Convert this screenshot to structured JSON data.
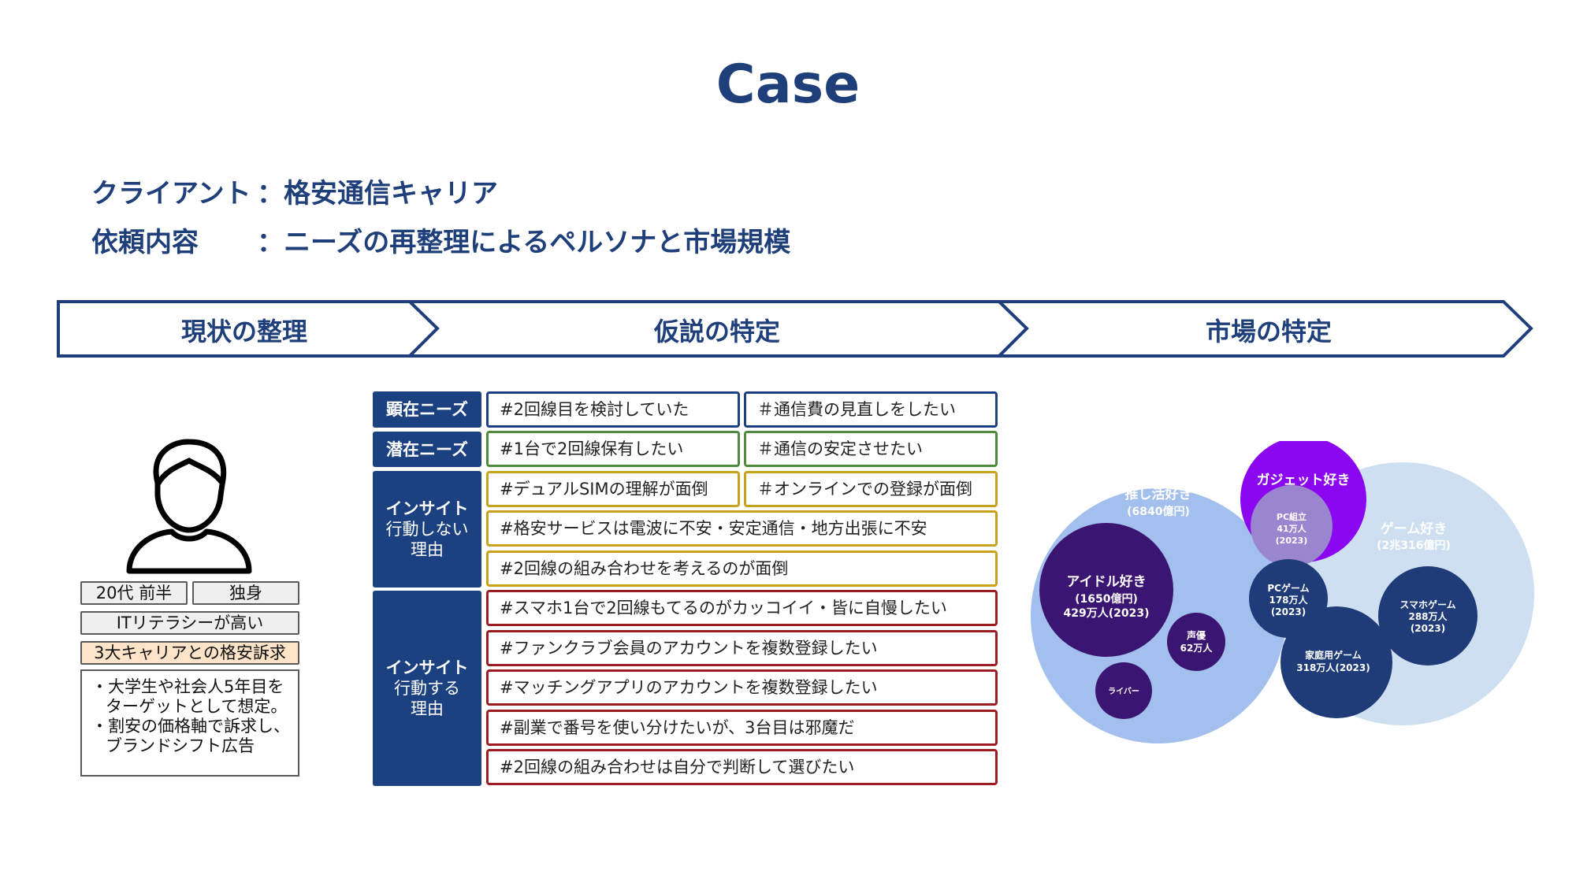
{
  "title": "Case",
  "info": [
    {
      "label": "クライアント",
      "value": "：格安通信キャリア"
    },
    {
      "label": "依頼内容",
      "value": "：ニーズの再整理によるペルソナと市場規模"
    }
  ],
  "steps": [
    "現状の整理",
    "仮説の特定",
    "市場の特定"
  ],
  "persona": {
    "icon": "person-icon",
    "tags": [
      "20代 前半",
      "独身",
      "ITリテラシーが高い",
      "3大キャリアとの格安訴求"
    ],
    "notes": [
      "・大学生や社会人5年目を ターゲットとして想定。",
      "・割安の価格軸で訴求し、 ブランドシフト広告"
    ]
  },
  "categories": [
    {
      "title": "顕在ニーズ",
      "sub": ""
    },
    {
      "title": "潜在ニーズ",
      "sub": ""
    },
    {
      "title": "インサイト",
      "sub": "行動しない\n理由"
    },
    {
      "title": "インサイト",
      "sub": "行動する\n理由"
    }
  ],
  "needs": {
    "explicit": [
      "#2回線目を検討していた",
      "＃通信費の見直しをしたい"
    ],
    "latent": [
      "#1台で2回線保有したい",
      "＃通信の安定させたい"
    ],
    "not_acting": [
      "#デュアルSIMの理解が面倒",
      "＃オンラインでの登録が面倒",
      "#格安サービスは電波に不安・安定通信・地方出張に不安",
      "#2回線の組み合わせを考えるのが面倒"
    ],
    "acting": [
      "#スマホ1台で2回線もてるのがカッコイイ・皆に自慢したい",
      "#ファンクラブ会員のアカウントを複数登録したい",
      "#マッチングアプリのアカウントを複数登録したい",
      "#副業で番号を使い分けたいが、3台目は邪魔だ",
      "#2回線の組み合わせは自分で判断して選びたい"
    ]
  },
  "market": {
    "oshi": {
      "name": "推し活好き",
      "size": "(6840億円)"
    },
    "idol": {
      "name": "アイドル好き",
      "size1": "(1650億円)",
      "size2": "429万人(2023)"
    },
    "seiyu": {
      "name": "声優",
      "size": "62万人"
    },
    "liver": {
      "name": "ライバー"
    },
    "gadget": {
      "name": "ガジェット好き"
    },
    "pc_build": {
      "name": "PC組立",
      "size1": "41万人",
      "size2": "(2023)"
    },
    "game": {
      "name": "ゲーム好き",
      "size": "(2兆316億円)"
    },
    "pc_game": {
      "name": "PCゲーム",
      "size1": "178万人",
      "size2": "(2023)"
    },
    "smartphone_game": {
      "name": "スマホゲーム",
      "size1": "288万人",
      "size2": "(2023)"
    },
    "console_game": {
      "name": "家庭用ゲーム",
      "size1": "318万人(2023)"
    }
  },
  "colors": {
    "navy": "#1c4180",
    "title": "#1f3f7a"
  }
}
